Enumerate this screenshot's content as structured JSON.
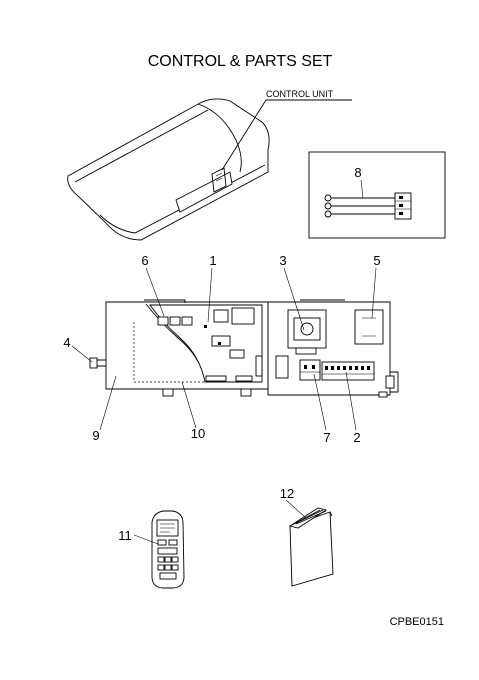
{
  "title": "CONTROL & PARTS SET",
  "callouts": {
    "control_unit": "CONTROL UNIT",
    "p1": "1",
    "p2": "2",
    "p3": "3",
    "p4": "4",
    "p5": "5",
    "p6": "6",
    "p7": "7",
    "p8": "8",
    "p9": "9",
    "p10": "10",
    "p11": "11",
    "p12": "12"
  },
  "drawing_code": "CPBE0151"
}
